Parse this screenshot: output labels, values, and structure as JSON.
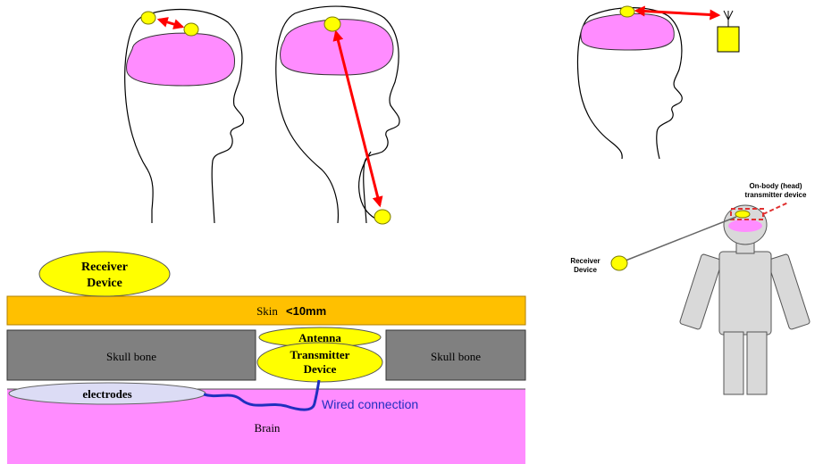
{
  "cross_section": {
    "receiver_line1": "Receiver",
    "receiver_line2": "Device",
    "skin_label": "Skin",
    "skin_thickness": "<10mm",
    "skull_left": "Skull bone",
    "skull_right": "Skull bone",
    "antenna": "Antenna",
    "transmitter_line1": "Transmitter",
    "transmitter_line2": "Device",
    "electrodes": "electrodes",
    "wired": "Wired connection",
    "brain": "Brain"
  },
  "body_figure": {
    "receiver_line1": "Receiver",
    "receiver_line2": "Device",
    "onbody_line1": "On-body (head)",
    "onbody_line2": "transmitter device"
  },
  "colors": {
    "brain_pink": "#ff8cff",
    "implant_yellow": "#ffff00",
    "skin_orange": "#ffc000",
    "skull_gray": "#808080",
    "arrow_red": "#ff0000",
    "electrode_lavender": "#dcdcf5",
    "wire_blue": "#1f2fbf",
    "body_gray": "#d9d9d9"
  }
}
